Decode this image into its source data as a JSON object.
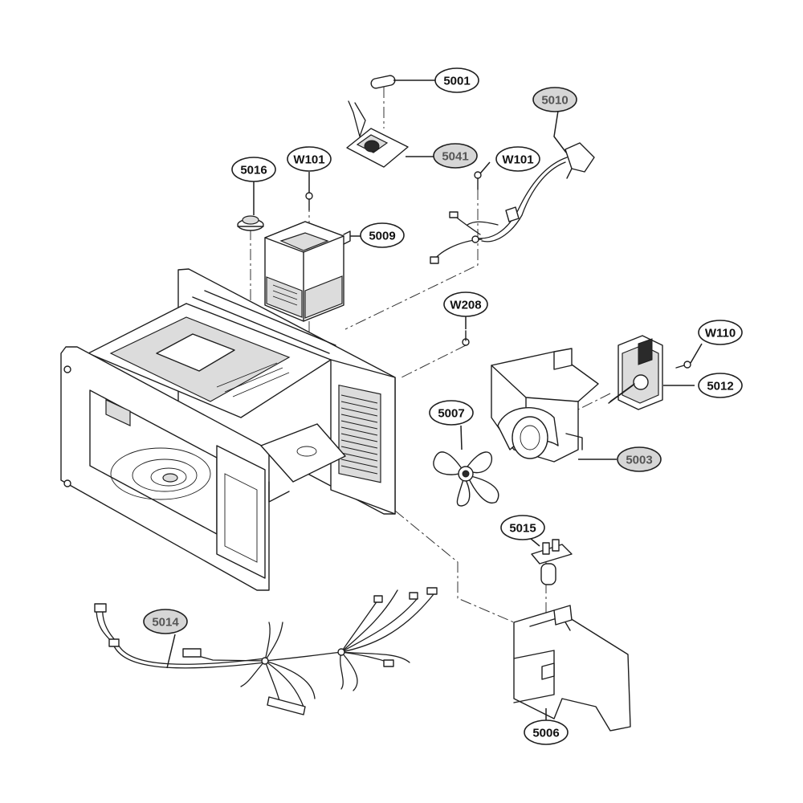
{
  "callouts": [
    {
      "id": "5001",
      "label": "5001",
      "style": "white"
    },
    {
      "id": "5010",
      "label": "5010",
      "style": "grey"
    },
    {
      "id": "5041",
      "label": "5041",
      "style": "grey"
    },
    {
      "id": "W101a",
      "label": "W101",
      "style": "white"
    },
    {
      "id": "W101b",
      "label": "W101",
      "style": "white"
    },
    {
      "id": "5016",
      "label": "5016",
      "style": "white"
    },
    {
      "id": "5009",
      "label": "5009",
      "style": "white"
    },
    {
      "id": "W208",
      "label": "W208",
      "style": "white"
    },
    {
      "id": "W110",
      "label": "W110",
      "style": "white"
    },
    {
      "id": "5012",
      "label": "5012",
      "style": "white"
    },
    {
      "id": "5007",
      "label": "5007",
      "style": "white"
    },
    {
      "id": "5003",
      "label": "5003",
      "style": "grey"
    },
    {
      "id": "5015",
      "label": "5015",
      "style": "white"
    },
    {
      "id": "5014",
      "label": "5014",
      "style": "grey"
    },
    {
      "id": "5006",
      "label": "5006",
      "style": "white"
    }
  ],
  "colors": {
    "line": "#1e1e1e",
    "callout_grey": "#d6d6d6",
    "background": "#ffffff"
  }
}
